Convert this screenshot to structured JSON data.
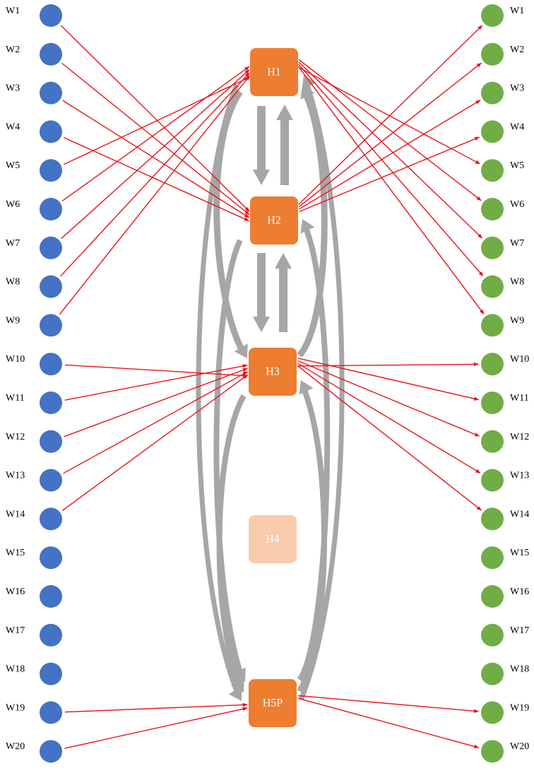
{
  "diagram": {
    "left_nodes": [
      "W1",
      "W2",
      "W3",
      "W4",
      "W5",
      "W6",
      "W7",
      "W8",
      "W9",
      "W10",
      "W11",
      "W12",
      "W13",
      "W14",
      "W15",
      "W16",
      "W17",
      "W18",
      "W19",
      "W20"
    ],
    "right_nodes": [
      "W1",
      "W2",
      "W3",
      "W4",
      "W5",
      "W6",
      "W7",
      "W8",
      "W9",
      "W10",
      "W11",
      "W12",
      "W13",
      "W14",
      "W15",
      "W16",
      "W17",
      "W18",
      "W19",
      "W20"
    ],
    "hubs": [
      {
        "id": "H1",
        "label": "H1",
        "active": true
      },
      {
        "id": "H2",
        "label": "H2",
        "active": true
      },
      {
        "id": "H3",
        "label": "H3",
        "active": true
      },
      {
        "id": "H4",
        "label": "H4",
        "active": false
      },
      {
        "id": "H5P",
        "label": "H5P",
        "active": true
      }
    ],
    "colors": {
      "left_node": "#4472c4",
      "right_node": "#70ad47",
      "hub": "#ed7d31",
      "hub_inactive": "#f8cbad",
      "edge": "#e8131a",
      "flow": "#a6a6a6"
    },
    "inbound_edges": [
      {
        "from": "W1",
        "to": "H2"
      },
      {
        "from": "W2",
        "to": "H2"
      },
      {
        "from": "W3",
        "to": "H2"
      },
      {
        "from": "W4",
        "to": "H2"
      },
      {
        "from": "W5",
        "to": "H1"
      },
      {
        "from": "W6",
        "to": "H1"
      },
      {
        "from": "W7",
        "to": "H1"
      },
      {
        "from": "W8",
        "to": "H1"
      },
      {
        "from": "W9",
        "to": "H1"
      },
      {
        "from": "W10",
        "to": "H3"
      },
      {
        "from": "W11",
        "to": "H3"
      },
      {
        "from": "W12",
        "to": "H3"
      },
      {
        "from": "W13",
        "to": "H3"
      },
      {
        "from": "W14",
        "to": "H3"
      },
      {
        "from": "W19",
        "to": "H5P"
      },
      {
        "from": "W20",
        "to": "H5P"
      }
    ],
    "outbound_edges": [
      {
        "from": "H2",
        "to": "W1"
      },
      {
        "from": "H2",
        "to": "W2"
      },
      {
        "from": "H2",
        "to": "W3"
      },
      {
        "from": "H2",
        "to": "W4"
      },
      {
        "from": "H1",
        "to": "W5"
      },
      {
        "from": "H1",
        "to": "W6"
      },
      {
        "from": "H1",
        "to": "W7"
      },
      {
        "from": "H1",
        "to": "W8"
      },
      {
        "from": "H1",
        "to": "W9"
      },
      {
        "from": "H3",
        "to": "W10"
      },
      {
        "from": "H3",
        "to": "W11"
      },
      {
        "from": "H3",
        "to": "W12"
      },
      {
        "from": "H3",
        "to": "W13"
      },
      {
        "from": "H3",
        "to": "W14"
      },
      {
        "from": "H5P",
        "to": "W19"
      },
      {
        "from": "H5P",
        "to": "W20"
      }
    ],
    "hub_flows": [
      {
        "from": "H1",
        "to": "H2"
      },
      {
        "from": "H2",
        "to": "H1"
      },
      {
        "from": "H2",
        "to": "H3"
      },
      {
        "from": "H3",
        "to": "H2"
      },
      {
        "from": "H1",
        "to": "H3"
      },
      {
        "from": "H3",
        "to": "H1"
      },
      {
        "from": "H1",
        "to": "H5P"
      },
      {
        "from": "H5P",
        "to": "H1"
      },
      {
        "from": "H2",
        "to": "H5P"
      },
      {
        "from": "H5P",
        "to": "H2"
      },
      {
        "from": "H3",
        "to": "H5P"
      },
      {
        "from": "H5P",
        "to": "H3"
      }
    ]
  }
}
